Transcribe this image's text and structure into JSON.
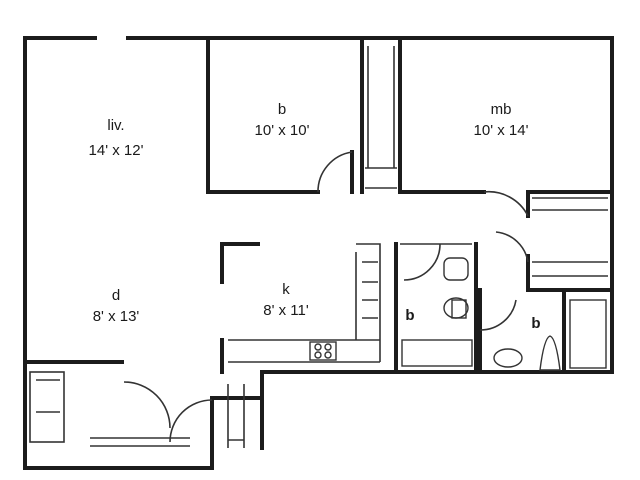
{
  "rooms": {
    "living": {
      "name": "liv.",
      "size": "14' x 12'"
    },
    "bed1": {
      "name": "b",
      "size": "10' x 10'"
    },
    "master": {
      "name": "mb",
      "size": "10' x 14'"
    },
    "dining": {
      "name": "d",
      "size": "8' x 13'"
    },
    "kitchen": {
      "name": "k",
      "size": "8' x 11'"
    },
    "bath1": {
      "name": "b"
    },
    "bath2": {
      "name": "b"
    }
  }
}
